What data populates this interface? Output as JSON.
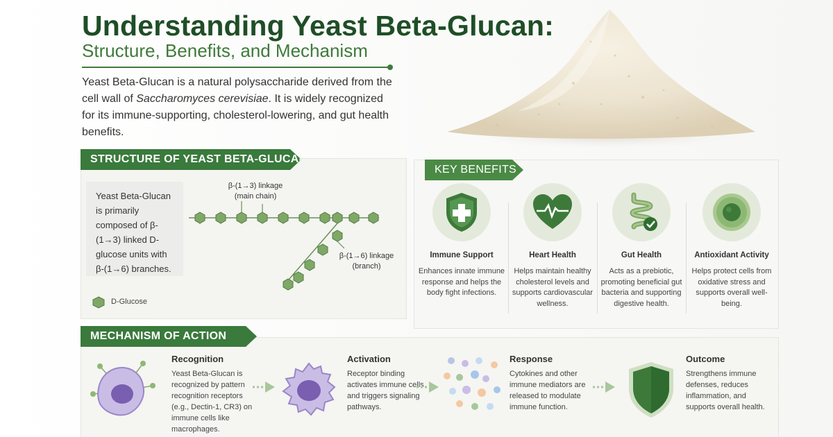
{
  "header": {
    "title": "Understanding Yeast Beta-Glucan:",
    "subtitle": "Structure, Benefits, and Mechanism",
    "intro_pre": "Yeast Beta-Glucan is a natural polysaccharide derived from the cell wall of ",
    "intro_species": "Saccharomyces cerevisiae",
    "intro_post": ". It is widely recognized for its immune-supporting, cholesterol-lowering, and gut health benefits."
  },
  "structure": {
    "banner": "STRUCTURE OF YEAST BETA-GLUCAN",
    "text": "Yeast Beta-Glucan is primarily composed of β-(1→3) linked D-glucose units with β-(1→6) branches.",
    "main_link_label": "β-(1→3) linkage",
    "main_link_sub": "(main chain)",
    "branch_link_label": "β-(1→6) linkage",
    "branch_link_sub": "(branch)",
    "legend": "D-Glucose"
  },
  "benefits": {
    "banner": "KEY BENEFITS",
    "items": [
      {
        "icon": "shield-cross-icon",
        "title": "Immune Support",
        "desc": "Enhances innate immune response and helps the body fight infections."
      },
      {
        "icon": "heart-pulse-icon",
        "title": "Heart Health",
        "desc": "Helps maintain healthy cholesterol levels and supports cardiovascular wellness."
      },
      {
        "icon": "intestine-icon",
        "title": "Gut Health",
        "desc": "Acts as a prebiotic, promoting beneficial gut bacteria and supporting digestive health."
      },
      {
        "icon": "cell-icon",
        "title": "Antioxidant Activity",
        "desc": "Helps protect cells from oxidative stress and supports overall well-being."
      }
    ]
  },
  "mechanism": {
    "banner": "MECHANISM OF ACTION",
    "steps": [
      {
        "icon": "macrophage-receptor-icon",
        "title": "Recognition",
        "desc": "Yeast Beta-Glucan is recognized by pattern recognition receptors (e.g., Dectin-1, CR3) on immune cells like macrophages."
      },
      {
        "icon": "activated-cell-icon",
        "title": "Activation",
        "desc": "Receptor binding activates immune cells and triggers signaling pathways."
      },
      {
        "icon": "cytokines-icon",
        "title": "Response",
        "desc": "Cytokines and other immune mediators are released to modulate immune function."
      },
      {
        "icon": "shield-icon",
        "title": "Outcome",
        "desc": "Strengthens immune defenses, reduces inflammation, and supports overall health."
      }
    ]
  },
  "colors": {
    "dark_green": "#1f4e26",
    "accent_green": "#3a7a3c",
    "hex_fill": "#7fa867",
    "cell_purple": "#9b86c7"
  }
}
